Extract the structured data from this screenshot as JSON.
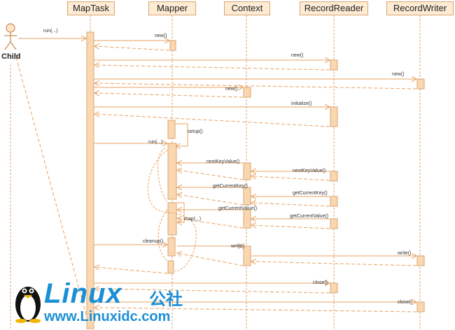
{
  "participants": [
    "MapTask",
    "Mapper",
    "Context",
    "RecordReader",
    "RecordWriter"
  ],
  "actor": "Child",
  "messages": {
    "run_child": "run(...)",
    "new_mapper": "new()",
    "new_reader": "new()",
    "new_writer": "new()",
    "new_context": "new()",
    "initialize": "initialize()",
    "setup": "setup()",
    "run_mapper": "run(...)",
    "next_key_value_ctx": "nextKeyValue()",
    "next_key_value_rr": "nextKeyValue()",
    "get_current_key_ctx": "getCurrentKey()",
    "get_current_key_rr": "getCurrentKey()",
    "get_current_value_ctx": "getCurrentValue()",
    "get_current_value_rr": "getCurrentValue()",
    "map": "map(...)",
    "cleanup": "cleanup()",
    "write_ctx": "write()",
    "write_rw": "write()",
    "close_rr": "close()",
    "close_rw": "close()"
  },
  "watermark": {
    "brand": "Linux",
    "suffix": "公社",
    "url": "www.Linuxidc.com"
  },
  "colors": {
    "header_fill": "#fdebd3",
    "border": "#d9a672",
    "activation": "#fad7b0",
    "arrow": "#e8a060",
    "watermark": "#1b8fd6"
  }
}
